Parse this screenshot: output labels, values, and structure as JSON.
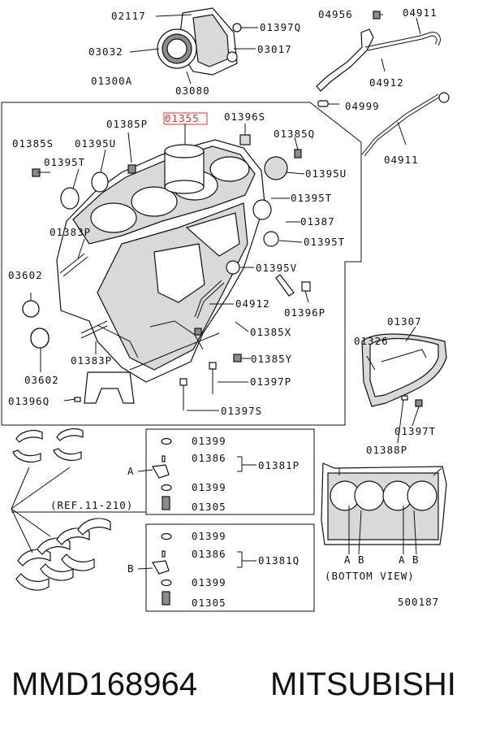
{
  "diagram": {
    "highlight_color": "#e03030",
    "labels": {
      "l02117": "02117",
      "l01397q": "01397Q",
      "l03032": "03032",
      "l03017": "03017",
      "l03080": "03080",
      "l01300a": "01300A",
      "l04956": "04956",
      "l04911_top": "04911",
      "l04912_top": "04912",
      "l04999": "04999",
      "l04911_mid": "04911",
      "l01385p": "01385P",
      "l01355": "01355",
      "l01396s": "01396S",
      "l01385q": "01385Q",
      "l01385s": "01385S",
      "l01395u_left": "01395U",
      "l01395t_left": "01395T",
      "l01395u_right": "01395U",
      "l01395t_r1": "01395T",
      "l01387": "01387",
      "l01383p_top": "01383P",
      "l01395t_r2": "01395T",
      "l03602_top": "03602",
      "l01395v": "01395V",
      "l04912_mid": "04912",
      "l01396p": "01396P",
      "l01385x": "01385X",
      "l01383p_bot": "01383P",
      "l03602_bot": "03602",
      "l01385y": "01385Y",
      "l01397p": "01397P",
      "l01396q": "01396Q",
      "l01397s": "01397S",
      "l01307": "01307",
      "l01326": "01326",
      "l01397t": "01397T",
      "l01388p": "01388P",
      "a_01399_1": "01399",
      "a_01386": "01386",
      "a_01381p": "01381P",
      "a_01399_2": "01399",
      "a_01305": "01305",
      "b_01399_1": "01399",
      "b_01386": "01386",
      "b_01381q": "01381Q",
      "b_01399_2": "01399",
      "b_01305": "01305",
      "ref": "(REF.11-210)",
      "callout_a": "A",
      "callout_b": "B",
      "bv_a1": "A",
      "bv_b1": "B",
      "bv_a2": "A",
      "bv_b2": "B",
      "bottom_view": "(BOTTOM VIEW)",
      "fig_no": "500187"
    }
  },
  "caption": {
    "part_number": "MMD168964",
    "brand": "MITSUBISHI"
  }
}
